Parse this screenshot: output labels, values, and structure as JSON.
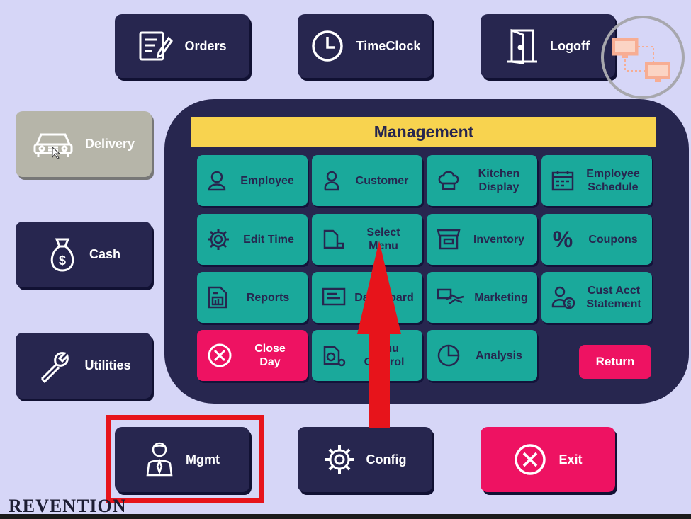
{
  "top_buttons": {
    "orders": "Orders",
    "timeclock": "TimeClock",
    "logoff": "Logoff"
  },
  "side_buttons": {
    "delivery": "Delivery",
    "cash": "Cash",
    "utilities": "Utilities"
  },
  "bottom_buttons": {
    "mgmt": "Mgmt",
    "config": "Config",
    "exit": "Exit"
  },
  "management": {
    "title": "Management",
    "tiles": {
      "employee": "Employee",
      "customer": "Customer",
      "kitchen_display": [
        "Kitchen",
        "Display"
      ],
      "employee_schedule": [
        "Employee",
        "Schedule"
      ],
      "edit_time": "Edit Time",
      "select_menu": [
        "Select",
        "Menu"
      ],
      "inventory": "Inventory",
      "coupons": "Coupons",
      "reports": "Reports",
      "dashboard": "Dashboard",
      "marketing": "Marketing",
      "cust_acct_statement": [
        "Cust Acct",
        "Statement"
      ],
      "close_day": [
        "Close",
        "Day"
      ],
      "menu_control": [
        "Menu",
        "Control"
      ],
      "analysis": "Analysis"
    },
    "return": "Return"
  },
  "brand": "REVENTION",
  "colors": {
    "background": "#d6d6f7",
    "button_navy": "#27264f",
    "tile_teal": "#1aa99b",
    "accent_pink": "#ee1262",
    "title_yellow": "#f8d34f",
    "annotation_red": "#e7141b"
  }
}
